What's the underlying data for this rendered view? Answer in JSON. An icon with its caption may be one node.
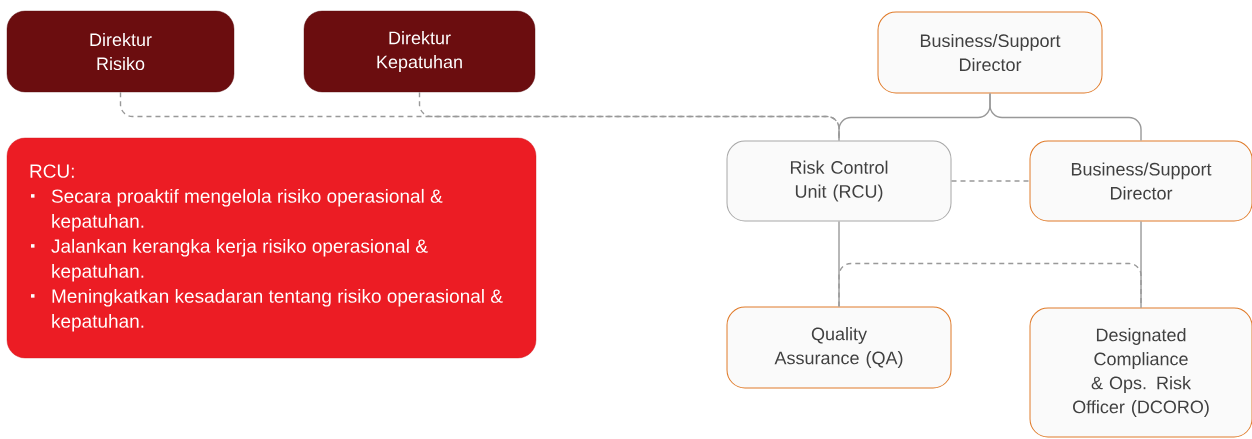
{
  "diagram": {
    "nodes": [
      {
        "text": [
          "Direktur Risiko"
        ]
      },
      {
        "text": [
          "Direktur Kepatuhan"
        ]
      },
      {
        "text": [
          "RCU:",
          "Secara proaktif mengelola risiko operasional & kepatuhan.",
          "Jalankan kerangka kerja risiko operasional & kepatuhan.",
          "Meningkatkan kesadaran tentang risiko operasional & kepatuhan."
        ]
      },
      {
        "text": [
          "Business/Support Director"
        ]
      },
      {
        "text": [
          "Risk Control Unit (RCU)"
        ]
      },
      {
        "text": [
          "Business/Support Director"
        ]
      },
      {
        "text": [
          "Quality Assurance (QA)"
        ]
      },
      {
        "text": [
          "Designated Compliance & Ops. Risk Officer (DCORO)"
        ]
      }
    ],
    "edges": [
      {
        "from": 0,
        "to": 4,
        "arrow": "none",
        "style": "dashed"
      },
      {
        "from": 1,
        "to": 4,
        "arrow": "none",
        "style": "dashed"
      },
      {
        "from": 3,
        "to": 4,
        "arrow": "none"
      },
      {
        "from": 3,
        "to": 5,
        "arrow": "none"
      },
      {
        "from": 4,
        "to": 5,
        "arrow": "none",
        "style": "dashed"
      },
      {
        "from": 4,
        "to": 6,
        "arrow": "none"
      },
      {
        "from": 5,
        "to": 7,
        "arrow": "none"
      },
      {
        "from": 6,
        "to": 7,
        "arrow": "none",
        "style": "dashed"
      }
    ]
  }
}
